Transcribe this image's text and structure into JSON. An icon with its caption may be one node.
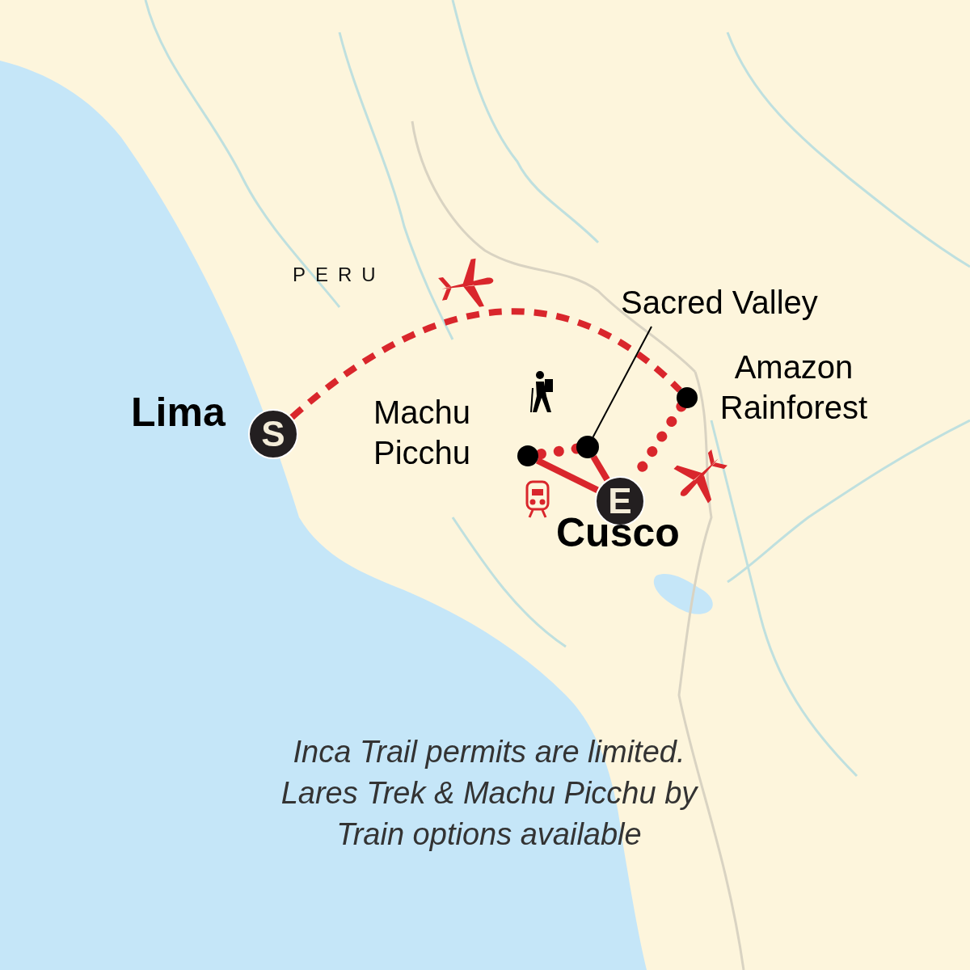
{
  "diagram": {
    "nodes": [
      {
        "text": [
          "Sacred Valley"
        ]
      },
      {
        "text": [],
        "shape": "circle",
        "beside": [
          "Amazon Rainforest"
        ]
      },
      {
        "text": [],
        "shape": "circle",
        "beside": [
          "Machu Picchu"
        ]
      },
      {
        "text": [],
        "shape": "circle"
      },
      {
        "text": [
          "S"
        ],
        "beside": [
          "Lima"
        ]
      },
      {
        "text": [
          "E"
        ],
        "beside": [
          "Cusco"
        ]
      }
    ],
    "edges": [
      {
        "from": 4,
        "to": 1,
        "arrow": "none",
        "style": "dashed"
      },
      {
        "from": 1,
        "to": 5,
        "arrow": "none",
        "style": "dashed"
      },
      {
        "from": 5,
        "to": 3,
        "arrow": "none"
      },
      {
        "from": 3,
        "to": 2,
        "arrow": "none",
        "style": "dashed"
      },
      {
        "from": 2,
        "to": 5,
        "arrow": "none"
      },
      {
        "from": 0,
        "to": 3,
        "arrow": "none",
        "color": "#000000"
      }
    ],
    "labels": [
      "PERU",
      "Inca Trail permits are limited. Lares Trek & Machu Picchu by Train options available"
    ]
  }
}
